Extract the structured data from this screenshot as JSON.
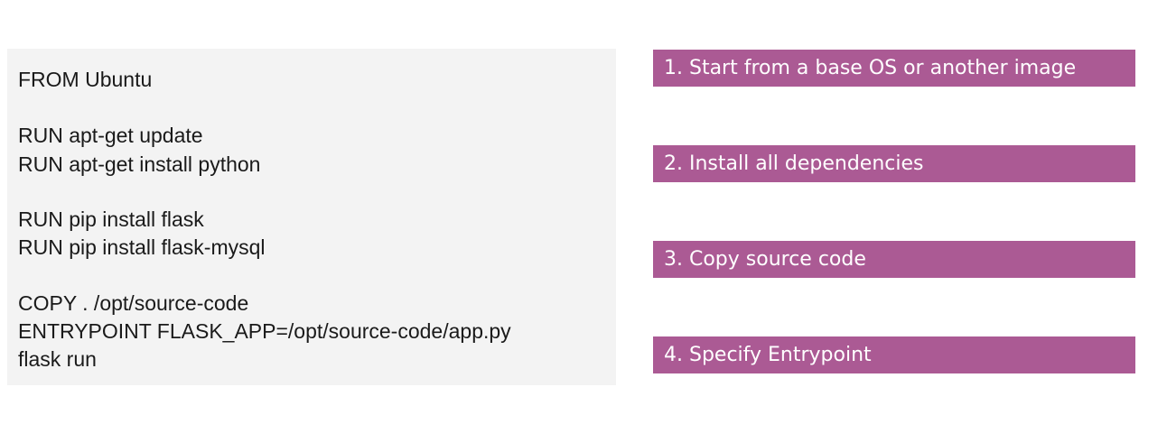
{
  "colors": {
    "panel_background": "#f3f3f3",
    "step_background": "#ab5a94",
    "code_text": "#1a1a1a",
    "step_text": "#ffffff"
  },
  "dockerfile": {
    "lines": [
      "FROM Ubuntu",
      "RUN apt-get update",
      "RUN apt-get install python",
      "RUN pip install flask",
      "RUN pip install flask-mysql",
      "COPY . /opt/source-code",
      "ENTRYPOINT FLASK_APP=/opt/source-code/app.py",
      "flask run"
    ]
  },
  "steps": [
    "1. Start from a base OS or another image",
    "2. Install all dependencies",
    "3. Copy source code",
    "4. Specify Entrypoint"
  ]
}
